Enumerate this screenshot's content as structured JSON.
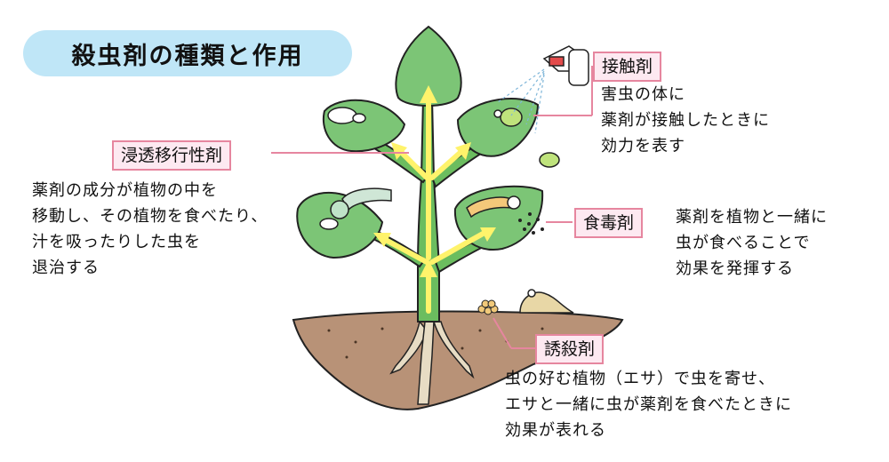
{
  "title": "殺虫剤の種類と作用",
  "insecticides": [
    {
      "id": "contact",
      "label": "接触剤",
      "description": [
        "害虫の体に",
        "薬剤が接触したときに",
        "効力を表す"
      ]
    },
    {
      "id": "systemic",
      "label": "浸透移行性剤",
      "description": [
        "薬剤の成分が植物の中を",
        "移動し、その植物を食べたり、",
        "汁を吸ったりした虫を",
        "退治する"
      ]
    },
    {
      "id": "stomach",
      "label": "食毒剤",
      "description": [
        "薬剤を植物と一緒に",
        "虫が食べることで",
        "効果を発揮する"
      ]
    },
    {
      "id": "bait",
      "label": "誘殺剤",
      "description": [
        "虫の好む植物（エサ）で虫を寄せ、",
        "エサと一緒に虫が薬剤を食べたときに",
        "効果が表れる"
      ]
    }
  ],
  "colors": {
    "title_bg": "#bfe6f7",
    "label_bg": "#fde9f1",
    "label_border": "#e6869f",
    "leaf": "#7cc576",
    "stem": "#5aa84f",
    "arrow": "#fff36b",
    "soil": "#b89277",
    "root": "#d9c7a8"
  }
}
